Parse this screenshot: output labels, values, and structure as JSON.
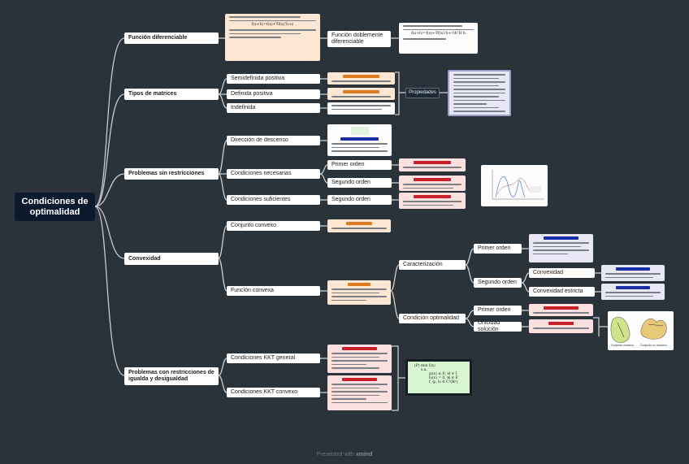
{
  "root": {
    "label": "Condiciones de optimalidad"
  },
  "level1": [
    {
      "key": "func_dif",
      "label": "Función diferenciable"
    },
    {
      "key": "tipos",
      "label": "Tipos de matrices"
    },
    {
      "key": "sin_rest",
      "label": "Problemas sin restricciones"
    },
    {
      "key": "convex",
      "label": "Convexidad"
    },
    {
      "key": "con_rest",
      "label": "Problemas con restricciones de igualda y desigualdad"
    }
  ],
  "func_dif": {
    "child": "Función doblemente diferenciable",
    "card_math": "f(x+h)=f(x)+∇f(x)ᵀh+ε",
    "card2_math": "f(x+h)=f(x)+∇f(x)ᵀh+½hᵀH h"
  },
  "tipos": {
    "items": [
      "Semidefinida positiva",
      "Definida positiva",
      "Indefinida"
    ],
    "props": "Propiedades"
  },
  "sin_rest": {
    "direccion": "Dirección de descenso",
    "necesarias": "Condiciones necesarias",
    "suficientes": "Condiciones suficientes",
    "primer": "Primer orden",
    "segundo": "Segundo orden",
    "segundo2": "Segundo orden"
  },
  "convex": {
    "conjunto": "Conjunto convexo",
    "funcion": "Función convexa",
    "caracterizacion": "Caracterización",
    "cond_opt": "Condición optimalidad",
    "primer": "Primer orden",
    "segundo": "Segundo orden",
    "convexidad": "Convexidad",
    "convexidad_estricta": "Convexidad estricta",
    "primer2": "Primer orden",
    "unicidad": "Unicidad solución",
    "img_caption_a": "Conjunto convexo",
    "img_caption_b": "Conjunto no convexo"
  },
  "con_rest": {
    "kkt_general": "Condiciones KKT general",
    "kkt_convexo": "Condiciones KKT convexo",
    "problem_lines": [
      "(P) min f(x)",
      "s.a.",
      "gᵢ(x) ≤ 0, ∀i ∈ I",
      "hᵢ(x) = 0, ∀i ∈ E",
      "f, gᵢ, hᵢ ∈ C¹(ℝⁿ)"
    ]
  },
  "footer": {
    "prefix": "Presented with",
    "brand": "xmind"
  },
  "colors": {
    "background": "#2a323a",
    "root": "#0c1a2e",
    "line": "#c9ccd0",
    "orange": "#e07b24",
    "red": "#c7202b",
    "blue": "#1b2ea8"
  }
}
